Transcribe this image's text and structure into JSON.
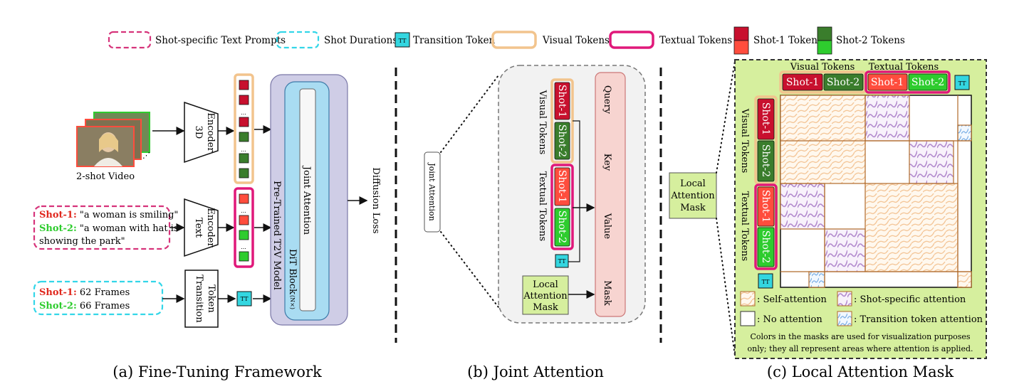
{
  "legend": {
    "shot_prompts": "Shot-specific Text Prompts",
    "shot_durations": "Shot Durations",
    "transition_token": "Transition Token",
    "visual_tokens": "Visual Tokens",
    "textual_tokens": "Textual Tokens",
    "shot1_tokens": "Shot-1 Tokens",
    "shot2_tokens": "Shot-2 Tokens",
    "tt": "TT"
  },
  "panel_a": {
    "caption": "(a) Fine-Tuning Framework",
    "video_label": "2-shot Video",
    "encoder_3d": [
      "3D",
      "Encoder"
    ],
    "text_encoder": [
      "Text",
      "Encoder"
    ],
    "transition_box": [
      "Transition",
      "Token"
    ],
    "prompt_shot1_label": "Shot-1:",
    "prompt_shot1_text": " \"a woman is smiling\"",
    "prompt_shot2_label": "Shot-2:",
    "prompt_shot2_text": " \"a woman with hat is",
    "prompt_shot2_cont": "showing the park\"",
    "dur_shot1_label": "Shot-1:",
    "dur_shot1_text": " 62 Frames",
    "dur_shot2_label": "Shot-2:",
    "dur_shot2_text": " 66 Frames",
    "pretrained_model": "Pre-Trained T2V Model",
    "dit_block": "DiT Block",
    "dit_repeat": "(N×)",
    "joint_attention": "Joint Attention",
    "diffusion_loss": "Diffusion Loss",
    "ellipsis": "..."
  },
  "panel_b": {
    "caption": "(b) Joint Attention",
    "joint_attention": "Joint Attention",
    "visual_tokens": "Visual Tokens",
    "textual_tokens": "Textual Tokens",
    "shot1": "Shot-1",
    "shot2": "Shot-2",
    "query": "Query",
    "key": "Key",
    "value": "Value",
    "mask": "Mask",
    "local_mask": [
      "Local",
      "Attention",
      "Mask"
    ]
  },
  "panel_c": {
    "caption": "(c) Local Attention Mask",
    "local_mask": [
      "Local",
      "Attention",
      "Mask"
    ],
    "visual_tokens": "Visual Tokens",
    "textual_tokens": "Textual Tokens",
    "shot1": "Shot-1",
    "shot2": "Shot-2",
    "legend_self": ": Self-attention",
    "legend_shot": ": Shot-specific attention",
    "legend_none": ": No attention",
    "legend_tt": ": Transition token attention",
    "note1": "Colors in the masks are used for visualization purposes",
    "note2": "only; they all represent areas where attention is applied."
  },
  "colors": {
    "shot1_dark": "#c8102e",
    "shot1_light": "#ff4d3d",
    "shot2_dark": "#3a7d2c",
    "shot2_light": "#2ecc2e",
    "tt": "#33d6e0",
    "visual_border": "#f2c48d",
    "textual_border": "#e0187a",
    "prompt_dash": "#d6337a",
    "duration_dash": "#33d6e8",
    "model_fill": "#cfcde6",
    "dit_fill": "#a9dcf2",
    "qkv_fill": "#f7d4d0",
    "mask_fill": "#d6ef9e"
  }
}
